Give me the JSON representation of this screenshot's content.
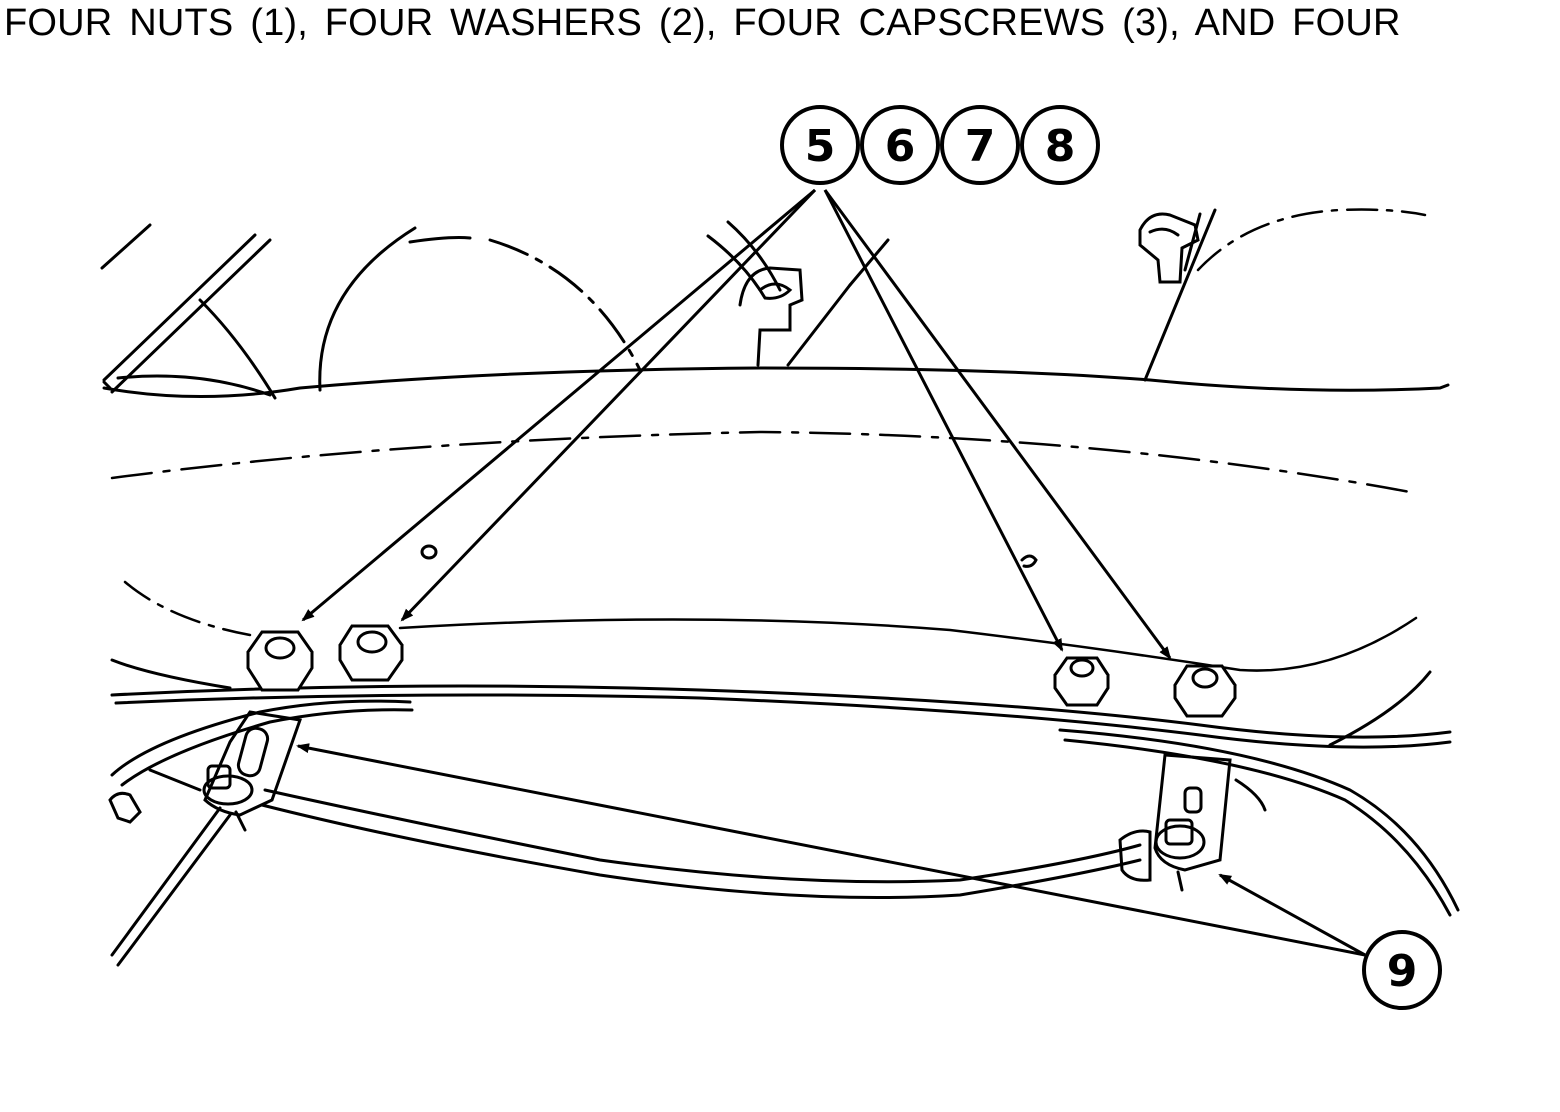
{
  "caption": {
    "text": "FOUR NUTS (1), FOUR WASHERS (2), FOUR CAPSCREWS (3), AND FOUR"
  },
  "figure": {
    "callouts": [
      {
        "id": "callout-5",
        "label": "5"
      },
      {
        "id": "callout-6",
        "label": "6"
      },
      {
        "id": "callout-7",
        "label": "7"
      },
      {
        "id": "callout-8",
        "label": "8"
      },
      {
        "id": "callout-9",
        "label": "9"
      }
    ]
  }
}
